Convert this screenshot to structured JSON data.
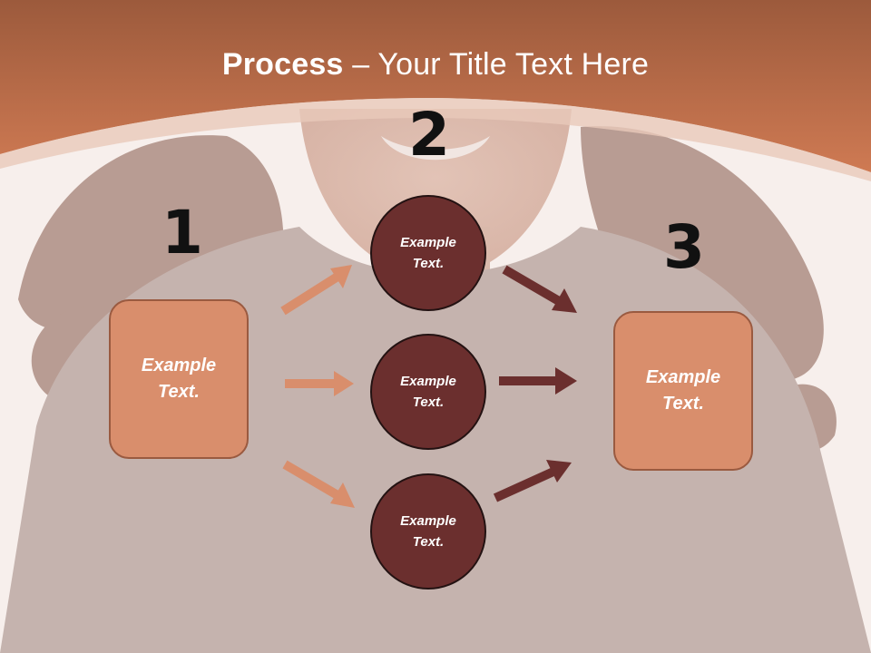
{
  "title": {
    "bold": "Process",
    "rest": " – Your Title Text Here"
  },
  "steps": {
    "one": "1",
    "two": "2",
    "three": "3"
  },
  "left_box": {
    "line1": "Example",
    "line2": "Text."
  },
  "circles": [
    {
      "line1": "Example",
      "line2": "Text."
    },
    {
      "line1": "Example",
      "line2": "Text."
    },
    {
      "line1": "Example",
      "line2": "Text."
    }
  ],
  "right_box": {
    "line1": "Example",
    "line2": "Text."
  },
  "colors": {
    "header": "#c8704a",
    "box_fill": "#d98e6c",
    "circle_fill": "#6b2f2e",
    "arrow_light": "#d98e6c",
    "arrow_dark": "#6b2f2e"
  }
}
